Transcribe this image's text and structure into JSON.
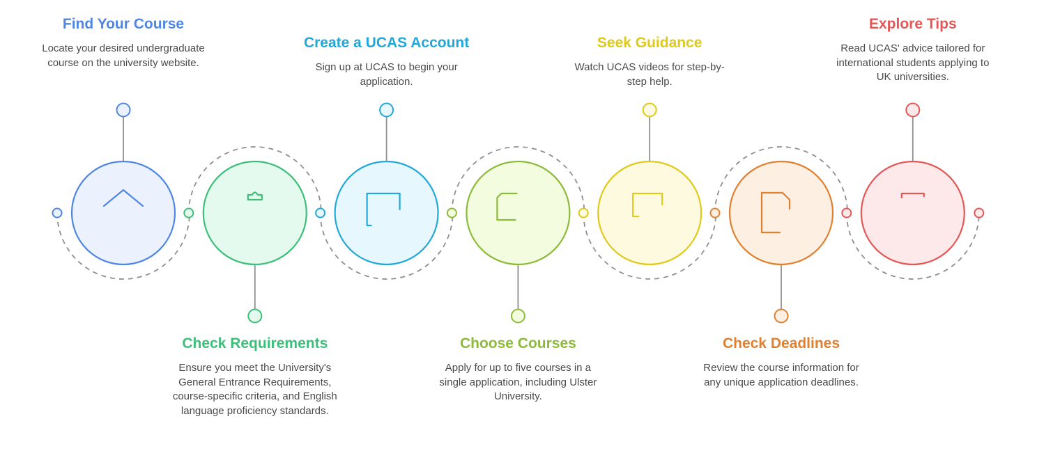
{
  "diagram": {
    "type": "process-timeline",
    "steps": [
      {
        "title": "Find Your Course",
        "description": "Locate your desired undergraduate course on the university website.",
        "icon": "home-laptop-icon",
        "color": "#4f86e3",
        "fill": "#ebf2fd",
        "position": "top"
      },
      {
        "title": "Check Requirements",
        "description": "Ensure you meet the University's General Entrance Requirements, course-specific criteria, and English language proficiency standards.",
        "icon": "clipboard-check-icon",
        "color": "#3cbf79",
        "fill": "#e5faee",
        "position": "bottom"
      },
      {
        "title": "Create a UCAS Account",
        "description": "Sign up at UCAS to begin your application.",
        "icon": "user-upload-icon",
        "color": "#22a8d8",
        "fill": "#e6f7fd",
        "position": "top"
      },
      {
        "title": "Choose Courses",
        "description": "Apply for up to five courses in a single application, including Ulster University.",
        "icon": "document-graduate-icon",
        "color": "#8cbb39",
        "fill": "#f3fcdf",
        "position": "bottom"
      },
      {
        "title": "Seek Guidance",
        "description": "Watch UCAS videos for step-by-step help.",
        "icon": "video-user-icon",
        "color": "#dfc91a",
        "fill": "#fefadf",
        "position": "top"
      },
      {
        "title": "Check Deadlines",
        "description": "Review the course information for any unique application deadlines.",
        "icon": "document-clock-check-icon",
        "color": "#e08031",
        "fill": "#fdefe2",
        "position": "bottom"
      },
      {
        "title": "Explore Tips",
        "description": "Read UCAS' advice tailored for international students applying to UK universities.",
        "icon": "passport-hand-icon",
        "color": "#e35757",
        "fill": "#fde9e9",
        "position": "top"
      }
    ],
    "connector_color": "#8f8f8f"
  }
}
